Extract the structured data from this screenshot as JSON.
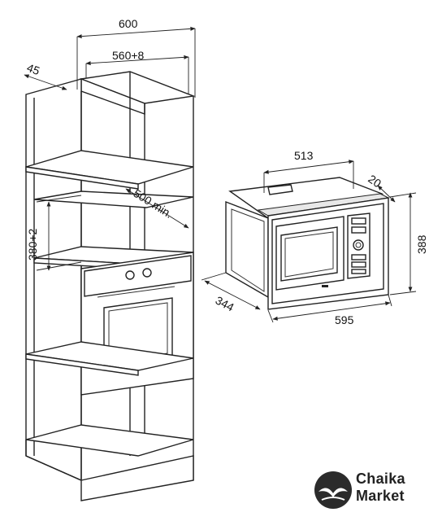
{
  "dimensions": {
    "cabinet_width": "600",
    "cabinet_depth": "45",
    "niche_width": "560+8",
    "niche_height": "380+2",
    "niche_depth_min": "500 min.",
    "appliance_depth": "513",
    "appliance_offset": "20",
    "appliance_height": "388",
    "appliance_width": "595",
    "appliance_side_depth": "344"
  },
  "brand": {
    "line1": "Chaika",
    "line2": "Market"
  }
}
